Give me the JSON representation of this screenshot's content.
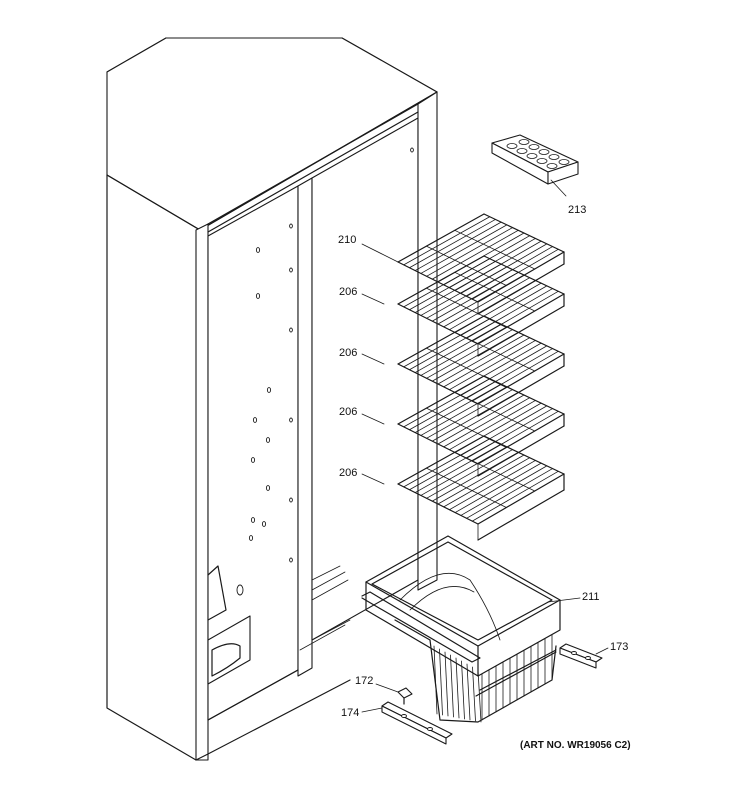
{
  "parts": {
    "p213": "213",
    "p210": "210",
    "p206a": "206",
    "p206b": "206",
    "p206c": "206",
    "p206d": "206",
    "p211": "211",
    "p173": "173",
    "p172": "172",
    "p174": "174"
  },
  "art_number": "(ART NO. WR19056 C2)"
}
